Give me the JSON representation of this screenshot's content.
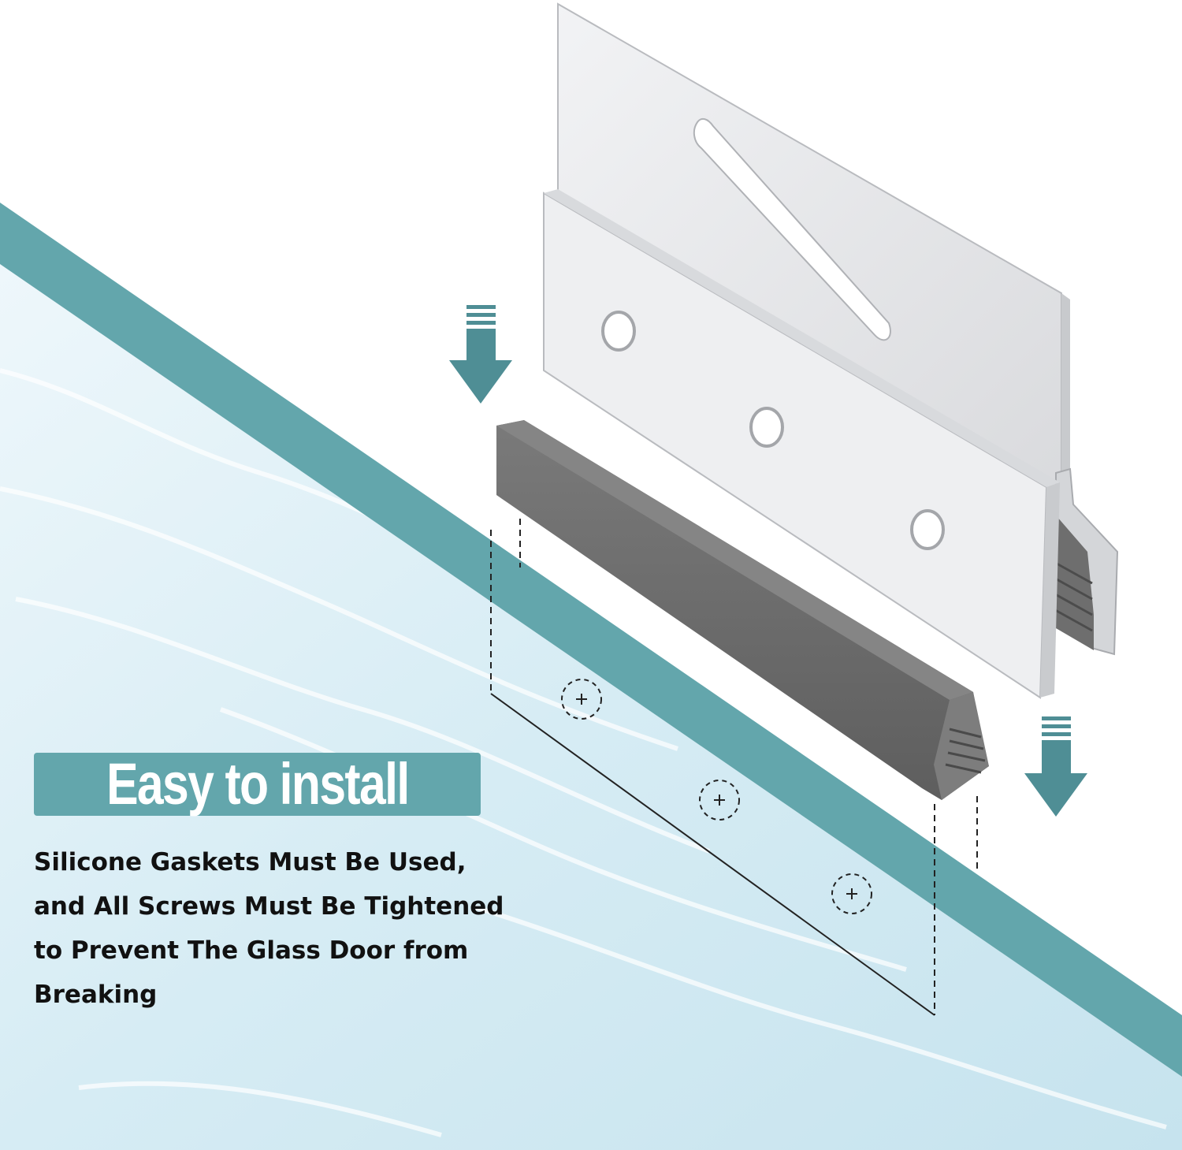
{
  "headline": "Easy to install",
  "description_lines": [
    "Silicone Gaskets Must Be Used,",
    "and All Screws Must Be Tightened",
    "to Prevent The Glass Door from",
    "Breaking"
  ],
  "colors": {
    "accent_teal": "#63a6ac",
    "water_light": "#d9eef5",
    "gasket_gray": "#6b6b6b",
    "metal": "#e9eaec"
  },
  "icons": [
    "down-arrow-icon",
    "screw-hole-marker-icon"
  ]
}
